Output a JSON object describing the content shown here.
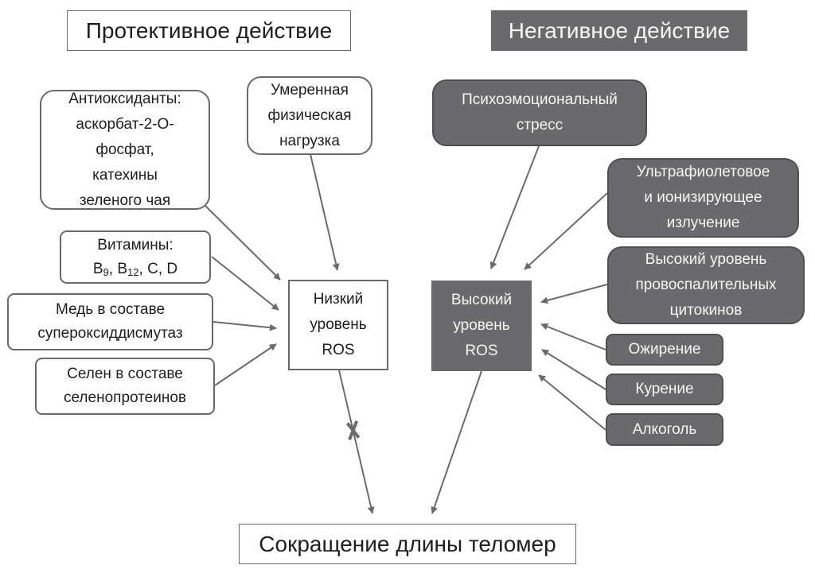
{
  "headers": {
    "protective": "Протективное действие",
    "negative": "Негативное действие"
  },
  "protective_factors": {
    "antioxidants": "Антиоксиданты:\nаскорбат-2-О-\nфосфат,\nкатехины\nзеленого чая",
    "exercise": "Умеренная\nфизическая\nнагрузка",
    "vitamins_title": "Витамины:",
    "vitamins_list": [
      {
        "base": "B",
        "sub": "9"
      },
      {
        "base": "B",
        "sub": "12"
      },
      {
        "base": "C",
        "sub": ""
      },
      {
        "base": "D",
        "sub": ""
      }
    ],
    "copper": "Медь в составе\nсупероксиддисмутаз",
    "selenium": "Селен в составе\nселенопротеинов"
  },
  "negative_factors": {
    "stress": "Психоэмоциональный\nстресс",
    "radiation": "Ультрафиолетовое\nи ионизирующее\nизлучение",
    "cytokines": "Высокий уровень\nпровоспалительных\nцитокинов",
    "obesity": "Ожирение",
    "smoking": "Курение",
    "alcohol": "Алкоголь"
  },
  "center": {
    "low_ros": "Низкий\nуровень\nROS",
    "high_ros": "Высокий\nуровень\nROS"
  },
  "outcome": "Сокращение длины теломер",
  "colors": {
    "dark_fill": "#6a6a6c",
    "arrow": "#6b6b6d",
    "light_fill": "#ffffff"
  },
  "edges": [
    {
      "from": "antioxidants",
      "to": "low_ros",
      "blocked": false
    },
    {
      "from": "exercise",
      "to": "low_ros",
      "blocked": false
    },
    {
      "from": "vitamins",
      "to": "low_ros",
      "blocked": false
    },
    {
      "from": "copper",
      "to": "low_ros",
      "blocked": false
    },
    {
      "from": "selenium",
      "to": "low_ros",
      "blocked": false
    },
    {
      "from": "low_ros",
      "to": "outcome",
      "blocked": true
    },
    {
      "from": "stress",
      "to": "high_ros",
      "blocked": false
    },
    {
      "from": "radiation",
      "to": "high_ros",
      "blocked": false
    },
    {
      "from": "cytokines",
      "to": "high_ros",
      "blocked": false
    },
    {
      "from": "obesity",
      "to": "high_ros",
      "blocked": false
    },
    {
      "from": "smoking",
      "to": "high_ros",
      "blocked": false
    },
    {
      "from": "alcohol",
      "to": "high_ros",
      "blocked": false
    },
    {
      "from": "high_ros",
      "to": "outcome",
      "blocked": false
    }
  ]
}
